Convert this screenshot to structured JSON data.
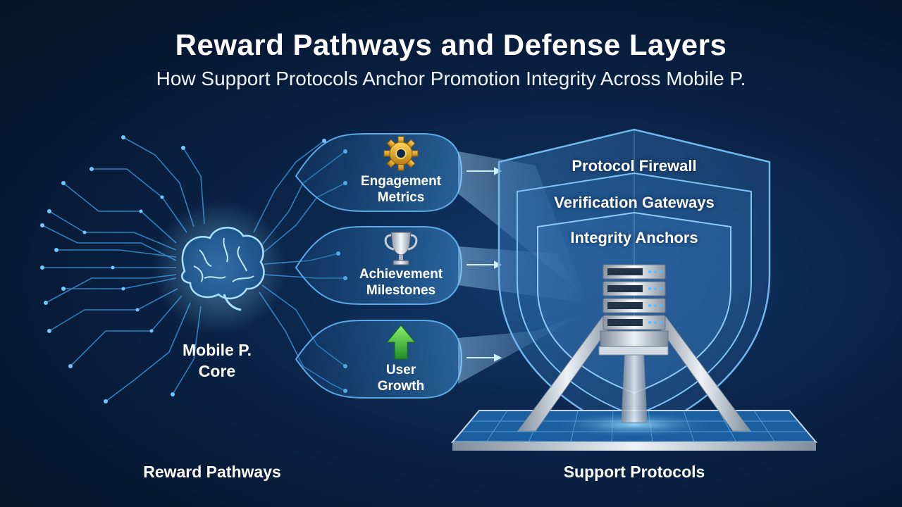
{
  "header": {
    "title": "Reward Pathways and Defense Layers",
    "subtitle": "How Support Protocols Anchor Promotion Integrity Across Mobile P."
  },
  "core": {
    "line1": "Mobile P.",
    "line2": "Core"
  },
  "pathways": [
    {
      "icon": "gear-icon",
      "line1": "Engagement",
      "line2": "Metrics"
    },
    {
      "icon": "trophy-icon",
      "line1": "Achievement",
      "line2": "Milestones"
    },
    {
      "icon": "up-arrow-icon",
      "line1": "User",
      "line2": "Growth"
    }
  ],
  "shield_layers": [
    "Protocol Firewall",
    "Verification Gateways",
    "Integrity Anchors"
  ],
  "footer": {
    "left": "Reward Pathways",
    "right": "Support Protocols"
  },
  "colors": {
    "background": "#0b2448",
    "glow": "#4fb3ff",
    "pill_border": "#5aa9e6",
    "gear": "#e0a526",
    "arrow_green": "#3fbf3f"
  }
}
